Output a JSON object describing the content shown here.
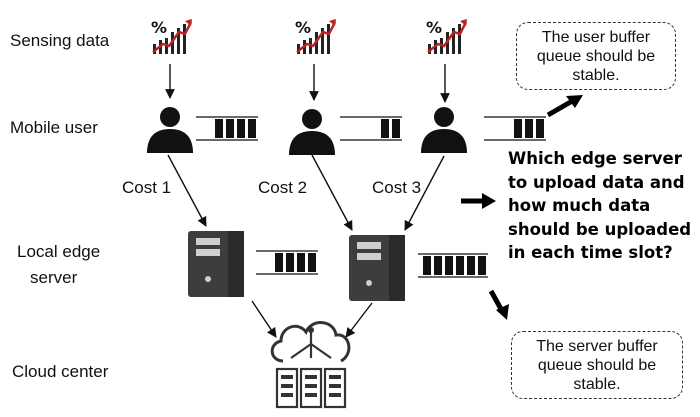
{
  "rows": {
    "sensing": "Sensing data",
    "mobile": "Mobile user",
    "edge_line1": "Local edge",
    "edge_line2": "server",
    "cloud": "Cloud center"
  },
  "costs": [
    "Cost 1",
    "Cost 2",
    "Cost 3"
  ],
  "question": [
    "Which edge server",
    "to upload data and",
    "how much data",
    "should be uploaded",
    "in each time slot?"
  ],
  "notes": {
    "user_buffer": [
      "The user buffer",
      "queue should be",
      "stable."
    ],
    "server_buffer": [
      "The server buffer",
      "queue should be",
      "stable."
    ]
  },
  "icons": {
    "sensing": "percent-chart-icon",
    "user": "person-icon",
    "server": "server-tower-icon",
    "cloud": "cloud-datacenter-icon"
  },
  "queues": {
    "user_blocks": [
      4,
      2,
      3
    ],
    "server_blocks": [
      4,
      6
    ]
  }
}
